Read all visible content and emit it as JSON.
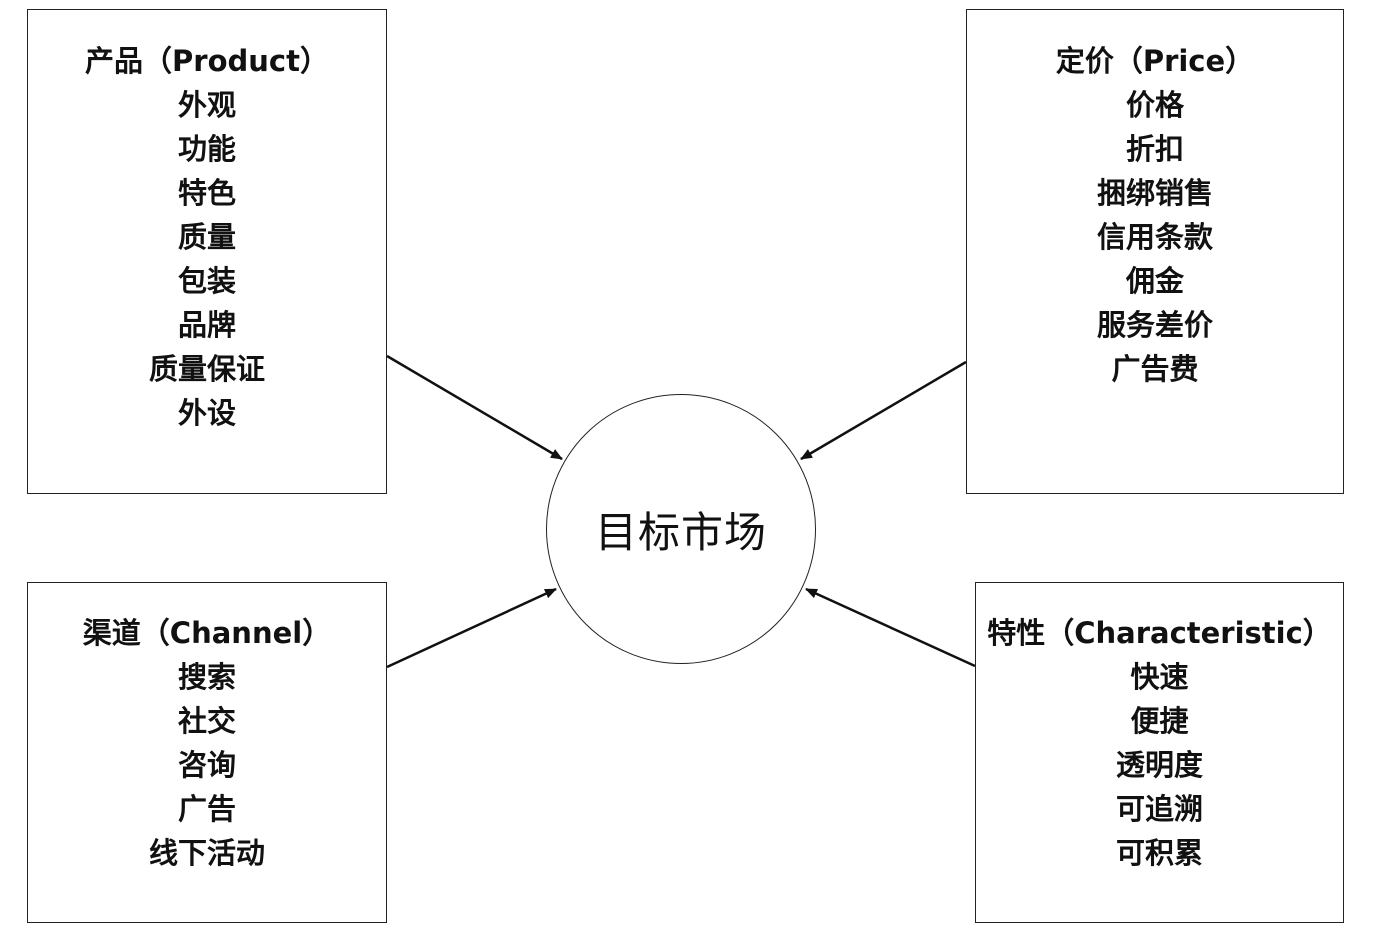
{
  "center": {
    "label": "目标市场"
  },
  "boxes": {
    "product": {
      "title": "产品（Product）",
      "items": [
        "外观",
        "功能",
        "特色",
        "质量",
        "包装",
        "品牌",
        "质量保证",
        "外设"
      ]
    },
    "price": {
      "title": "定价（Price）",
      "items": [
        "价格",
        "折扣",
        "捆绑销售",
        "信用条款",
        "佣金",
        "服务差价",
        "广告费"
      ]
    },
    "channel": {
      "title": "渠道（Channel）",
      "items": [
        "搜索",
        "社交",
        "咨询",
        "广告",
        "线下活动"
      ]
    },
    "characteristic": {
      "title": "特性（Characteristic）",
      "items": [
        "快速",
        "便捷",
        "透明度",
        "可追溯",
        "可积累"
      ]
    }
  },
  "colors": {
    "stroke": "#222222",
    "text": "#111111",
    "background": "#ffffff"
  }
}
